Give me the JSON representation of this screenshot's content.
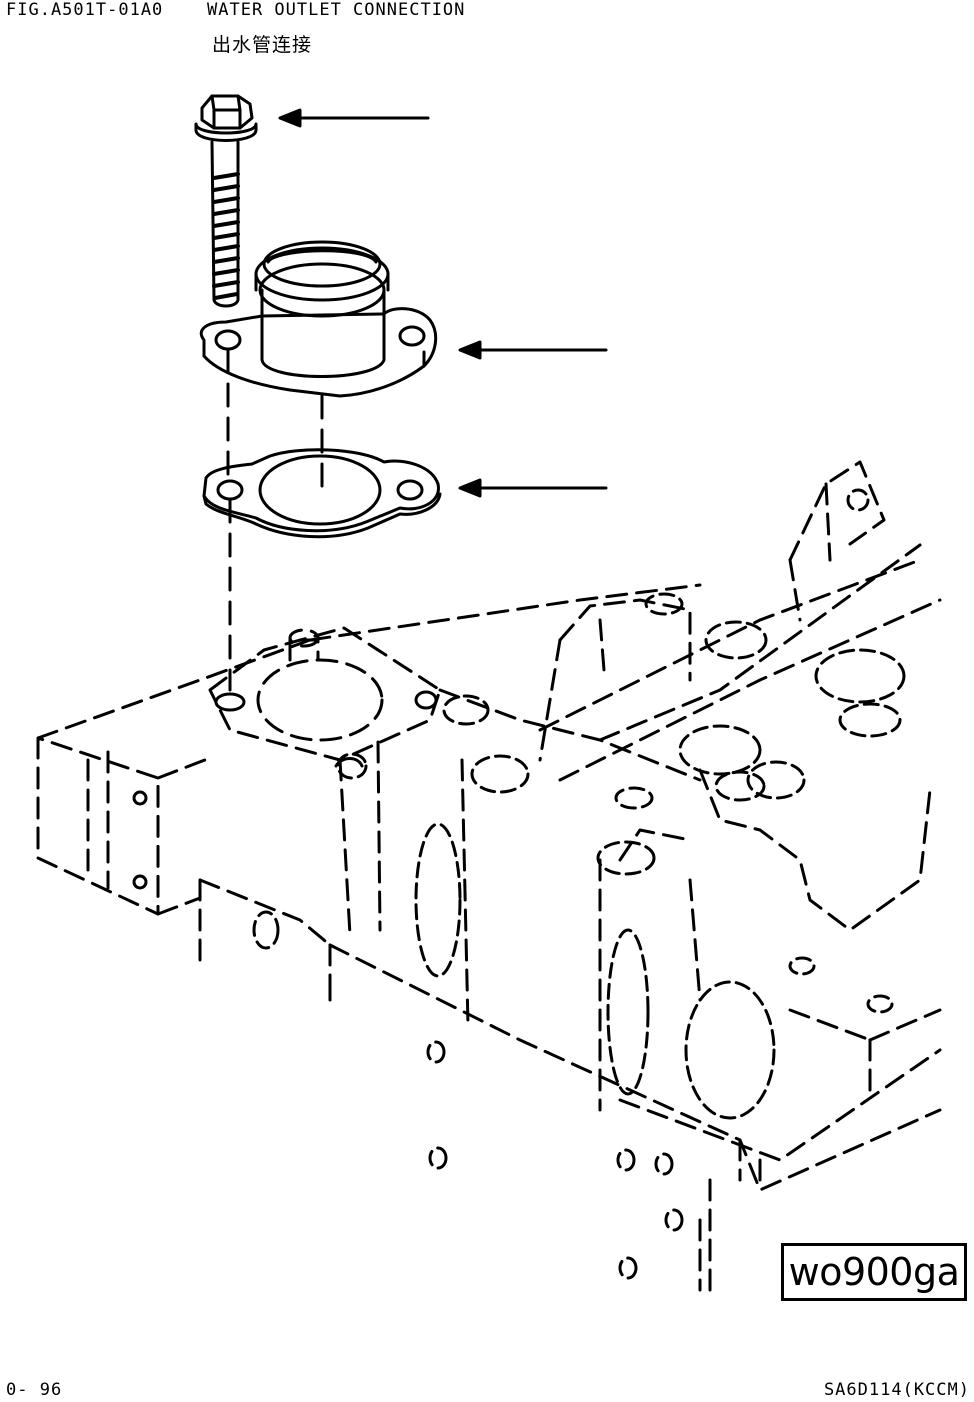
{
  "header": {
    "figure_code": "FIG.A501T-01A0",
    "title": "WATER OUTLET CONNECTION",
    "subtitle": "出水管连接"
  },
  "stamp": {
    "label": "wo900ga"
  },
  "footer": {
    "page_number": "0- 96",
    "model_code": "SA6D114(KCCM)"
  },
  "parts": [
    {
      "name": "flange-bolt",
      "icon": "hex-flange-bolt"
    },
    {
      "name": "water-outlet-connector",
      "icon": "flanged-pipe-connector"
    },
    {
      "name": "gasket",
      "icon": "two-hole-gasket"
    }
  ],
  "colors": {
    "ink": "#000000",
    "paper": "#ffffff"
  }
}
